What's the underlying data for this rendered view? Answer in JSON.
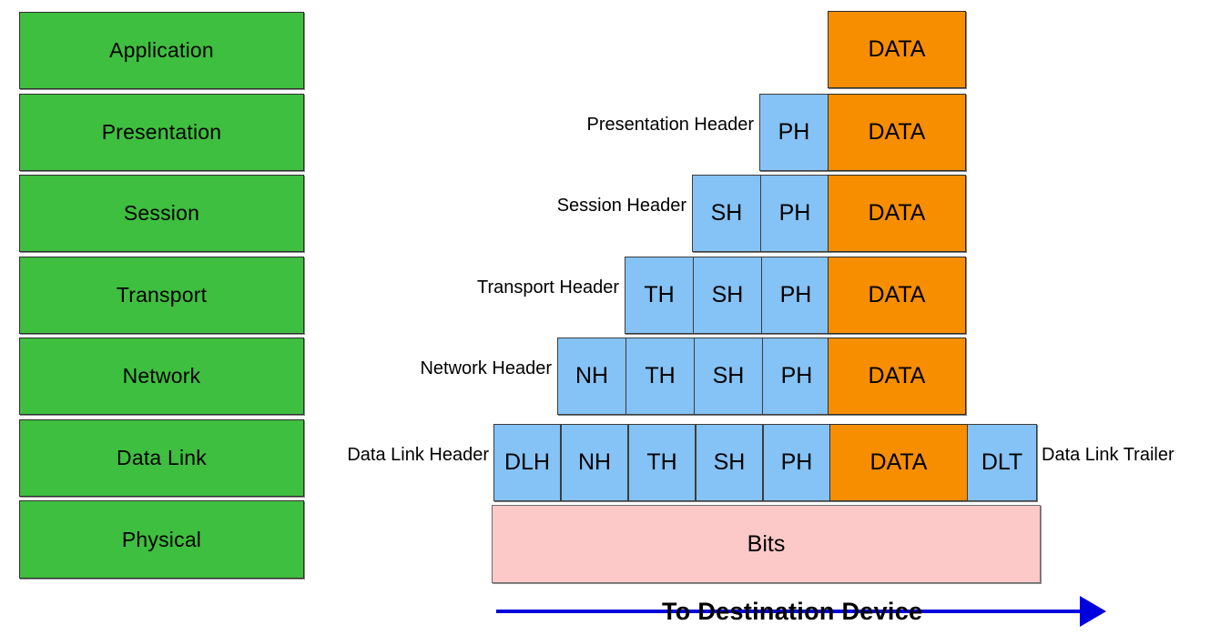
{
  "diagram": {
    "title": "OSI Model Data Encapsulation",
    "colors": {
      "layer_green": "#3fbf3f",
      "header_blue": "#85c2f5",
      "data_orange": "#f78e00",
      "bits_pink": "#fcc8c8",
      "arrow_blue": "#0000dd",
      "outline": "#2e2e2e",
      "background": "#ffffff"
    },
    "osi_layers": [
      {
        "label": "Application"
      },
      {
        "label": "Presentation"
      },
      {
        "label": "Session"
      },
      {
        "label": "Transport"
      },
      {
        "label": "Network"
      },
      {
        "label": "Data Link"
      },
      {
        "label": "Physical"
      }
    ],
    "encapsulation_rows": [
      {
        "layer": "Application",
        "left_caption": "",
        "right_caption": "",
        "blocks": [
          {
            "label": "DATA",
            "kind": "data"
          }
        ]
      },
      {
        "layer": "Presentation",
        "left_caption": "Presentation Header",
        "right_caption": "",
        "blocks": [
          {
            "label": "PH",
            "kind": "header"
          },
          {
            "label": "DATA",
            "kind": "data"
          }
        ]
      },
      {
        "layer": "Session",
        "left_caption": "Session Header",
        "right_caption": "",
        "blocks": [
          {
            "label": "SH",
            "kind": "header"
          },
          {
            "label": "PH",
            "kind": "header"
          },
          {
            "label": "DATA",
            "kind": "data"
          }
        ]
      },
      {
        "layer": "Transport",
        "left_caption": "Transport Header",
        "right_caption": "",
        "blocks": [
          {
            "label": "TH",
            "kind": "header"
          },
          {
            "label": "SH",
            "kind": "header"
          },
          {
            "label": "PH",
            "kind": "header"
          },
          {
            "label": "DATA",
            "kind": "data"
          }
        ]
      },
      {
        "layer": "Network",
        "left_caption": "Network Header",
        "right_caption": "",
        "blocks": [
          {
            "label": "NH",
            "kind": "header"
          },
          {
            "label": "TH",
            "kind": "header"
          },
          {
            "label": "SH",
            "kind": "header"
          },
          {
            "label": "PH",
            "kind": "header"
          },
          {
            "label": "DATA",
            "kind": "data"
          }
        ]
      },
      {
        "layer": "Data Link",
        "left_caption": "Data Link Header",
        "right_caption": "Data Link Trailer",
        "blocks": [
          {
            "label": "DLH",
            "kind": "header"
          },
          {
            "label": "NH",
            "kind": "header"
          },
          {
            "label": "TH",
            "kind": "header"
          },
          {
            "label": "SH",
            "kind": "header"
          },
          {
            "label": "PH",
            "kind": "header"
          },
          {
            "label": "DATA",
            "kind": "data"
          },
          {
            "label": "DLT",
            "kind": "header"
          }
        ]
      },
      {
        "layer": "Physical",
        "left_caption": "",
        "right_caption": "",
        "blocks": [
          {
            "label": "Bits",
            "kind": "bits"
          }
        ]
      }
    ],
    "direction_arrow": {
      "label": "To Destination Device"
    }
  }
}
